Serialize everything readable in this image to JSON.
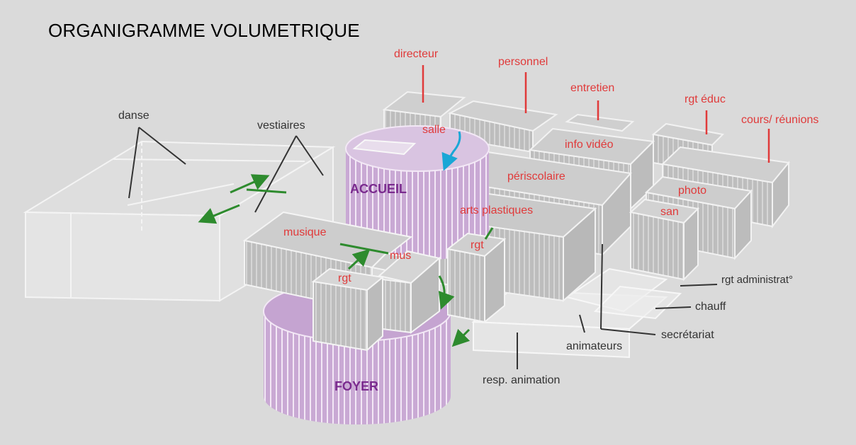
{
  "title": "ORGANIGRAMME VOLUMETRIQUE",
  "colors": {
    "background": "#dadada",
    "room_label": "#e03a3a",
    "annotation": "#333333",
    "circulation_arrow": "#2e8b2e",
    "cylinder": "#c9a9d4",
    "cylinder_label": "#7a2a8e",
    "water_arrow": "#1aa7d6"
  },
  "labels": {
    "directeur": "directeur",
    "personnel": "personnel",
    "entretien": "entretien",
    "rgt_educ": "rgt éduc",
    "cours_reunions": "cours/ réunions",
    "salle": "salle",
    "info_video": "info vidéo",
    "periscolaire": "périscolaire",
    "photo": "photo",
    "san": "san",
    "arts_plastiques": "arts plastiques",
    "rgt_center": "rgt",
    "musique": "musique",
    "mus": "mus",
    "rgt_left": "rgt",
    "accueil": "ACCUEIL",
    "foyer": "FOYER",
    "danse": "danse",
    "vestiaires": "vestiaires",
    "rgt_administrat": "rgt administrat°",
    "chauff": "chauff",
    "secretariat": "secrétariat",
    "animateurs": "animateurs",
    "resp_animation": "resp. animation"
  }
}
